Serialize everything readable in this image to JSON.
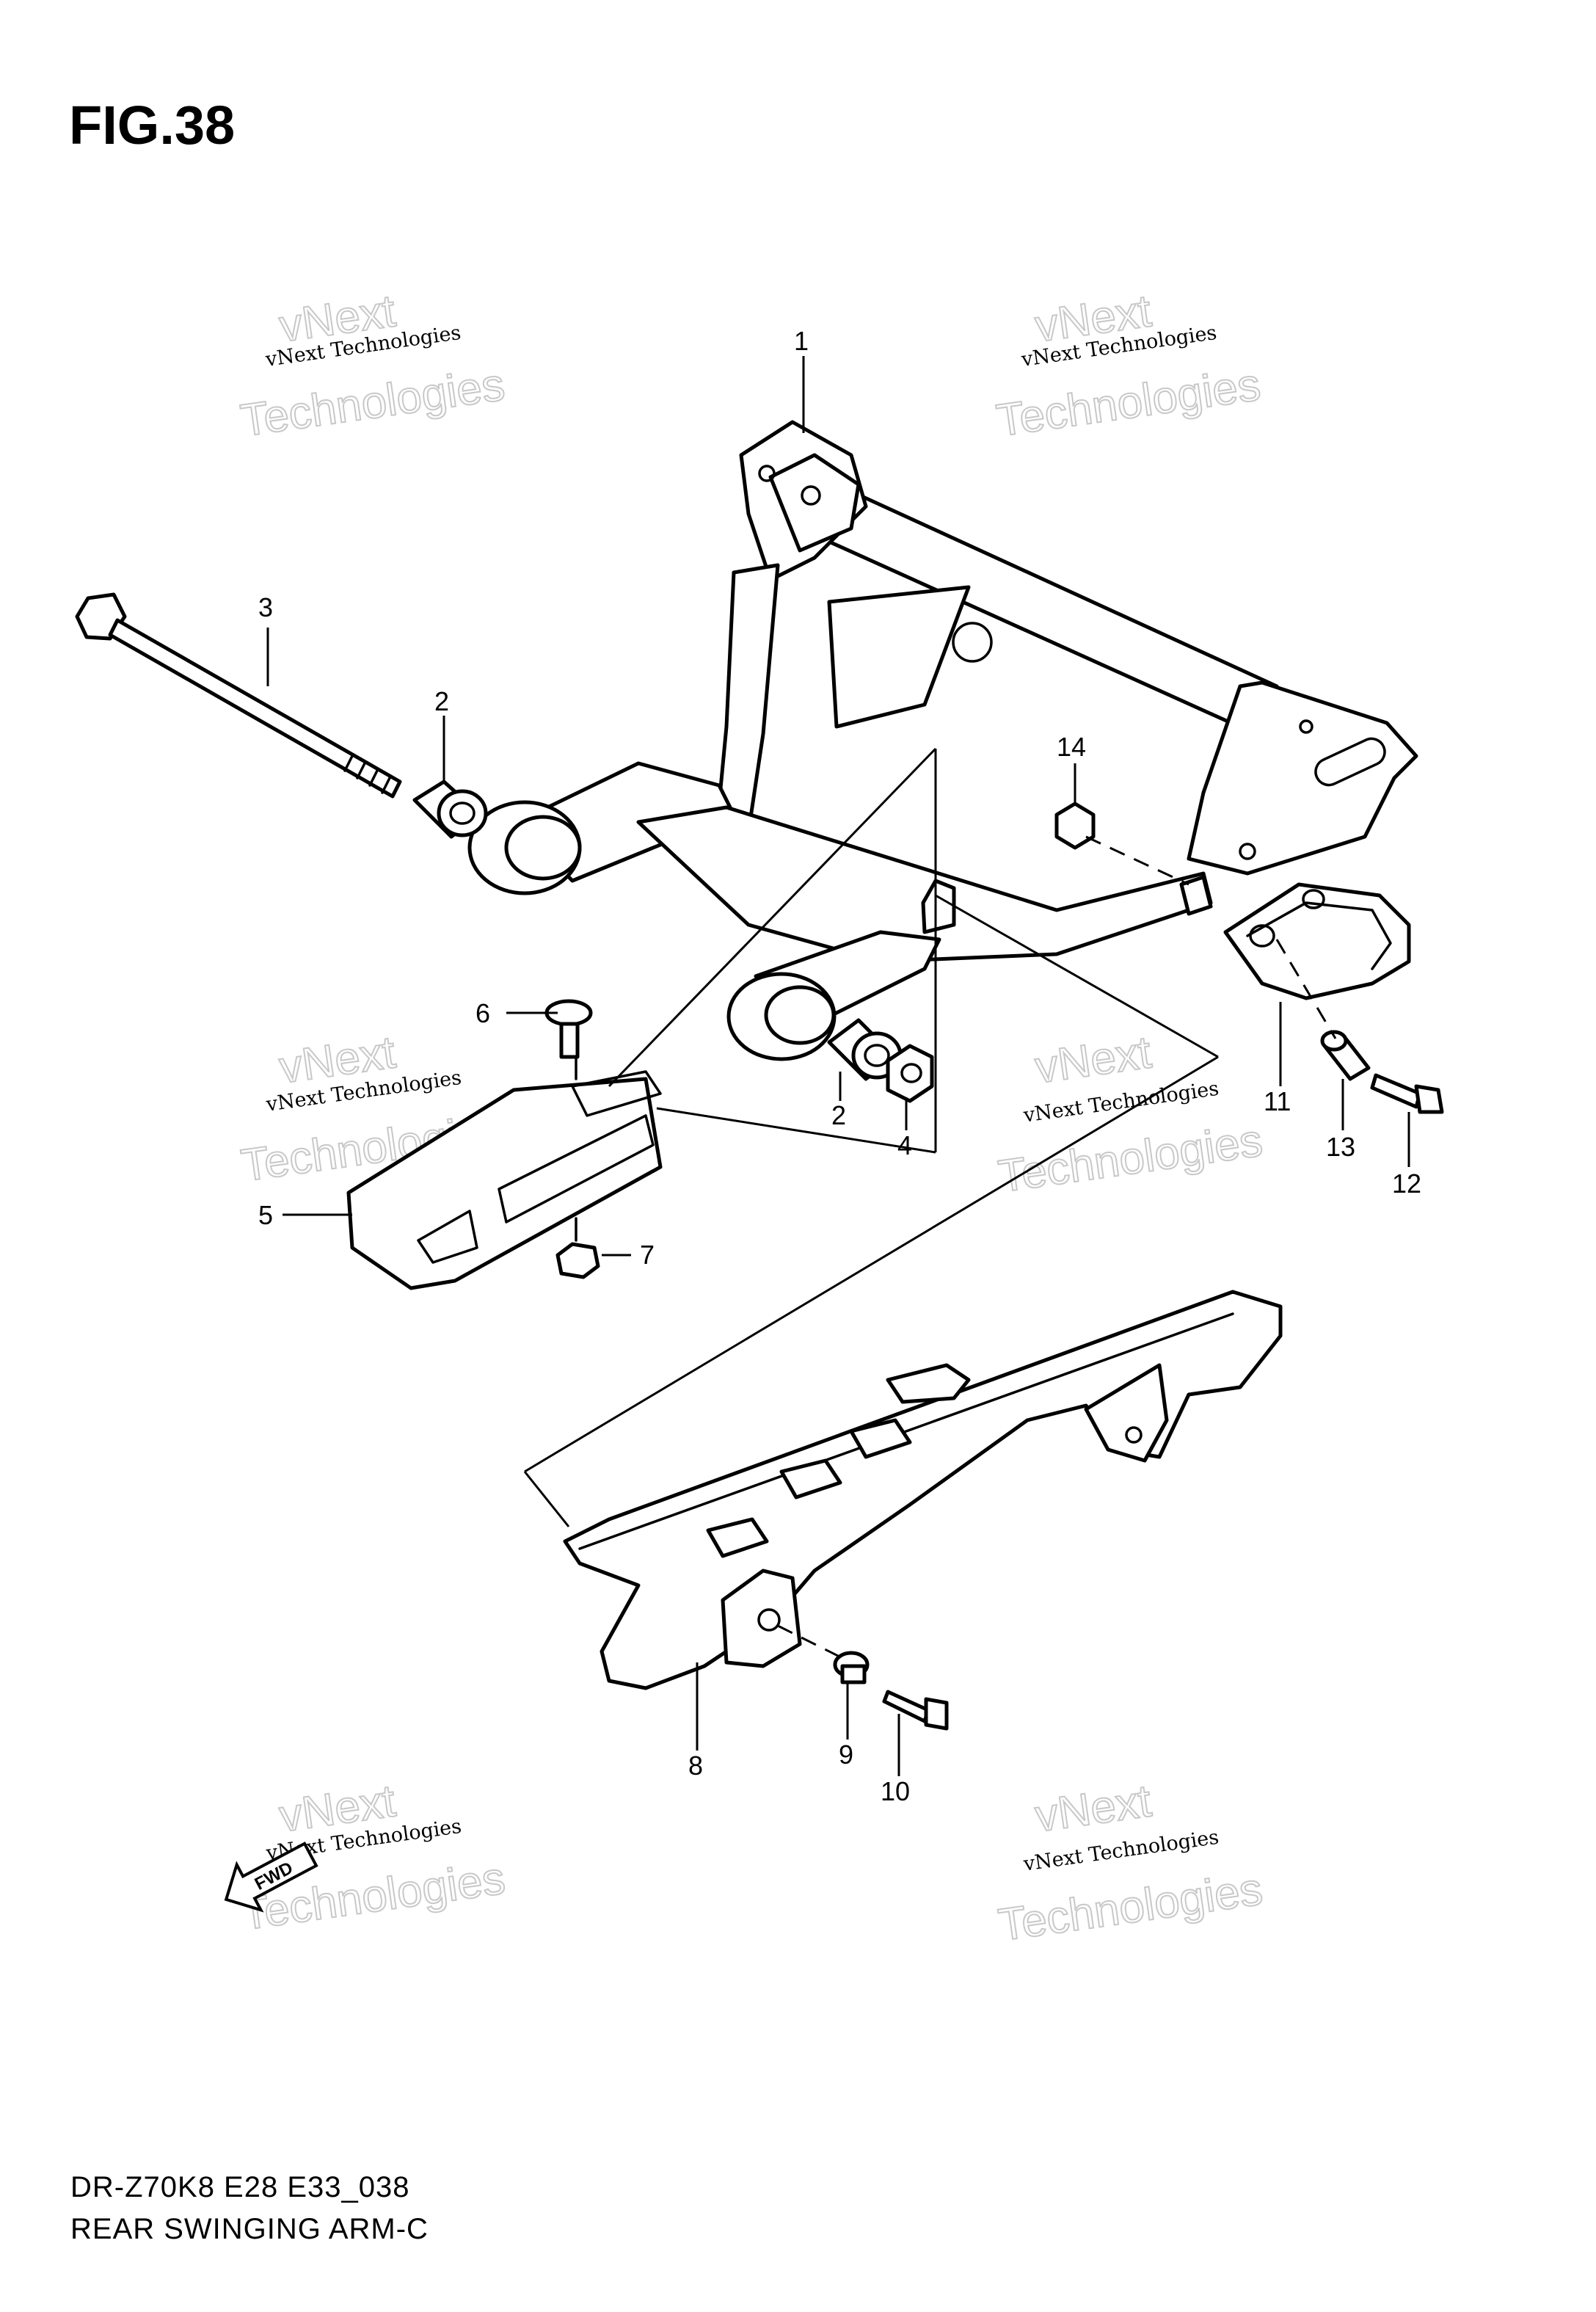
{
  "figure": {
    "title": "FIG.38"
  },
  "footer": {
    "model_code": "DR-Z70K8 E28 E33_038",
    "caption": "REAR SWINGING ARM-C"
  },
  "watermark": {
    "line1": "vNext Technologies",
    "line2": "vNext",
    "line3": "Technologies"
  },
  "fwd_label": "FWD",
  "callouts": {
    "c1": "1",
    "c2a": "2",
    "c2b": "2",
    "c3": "3",
    "c4": "4",
    "c5": "5",
    "c6": "6",
    "c7": "7",
    "c8": "8",
    "c9": "9",
    "c10": "10",
    "c11": "11",
    "c12": "12",
    "c13": "13",
    "c14": "14"
  }
}
